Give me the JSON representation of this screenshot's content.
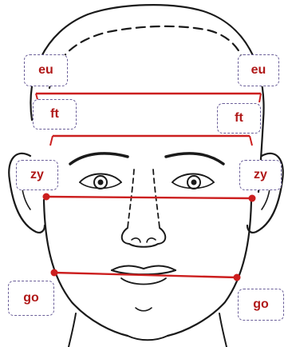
{
  "colors": {
    "sketch": "#1a1a1a",
    "measure_line": "#cc1f1f",
    "label_text": "#b01818",
    "label_border": "#6b5f99"
  },
  "labels": {
    "eu_left": "eu",
    "eu_right": "eu",
    "ft_left": "ft",
    "ft_right": "ft",
    "zy_left": "zy",
    "zy_right": "zy",
    "go_left": "go",
    "go_right": "go"
  }
}
